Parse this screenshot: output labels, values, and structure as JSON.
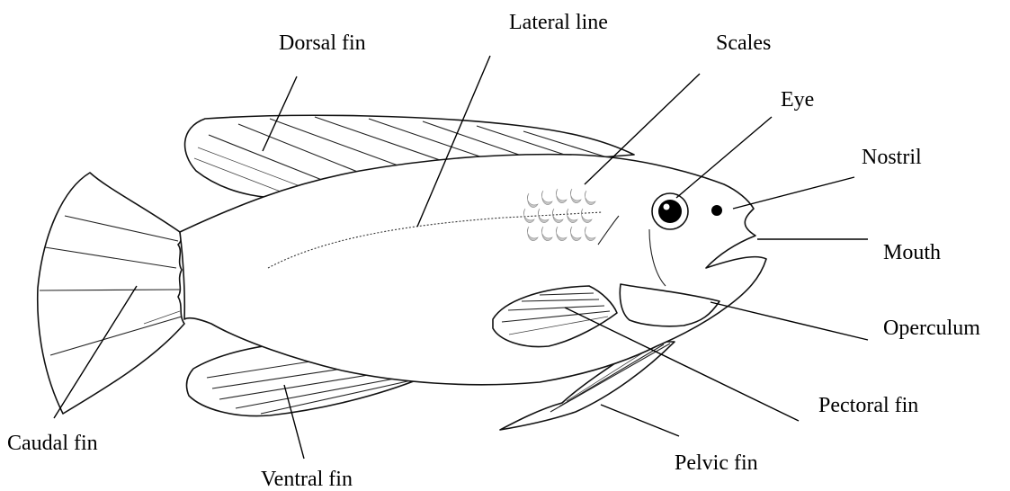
{
  "diagram": {
    "labels": {
      "dorsal_fin": "Dorsal fin",
      "lateral_line": "Lateral line",
      "scales": "Scales",
      "eye": "Eye",
      "nostril": "Nostril",
      "mouth": "Mouth",
      "operculum": "Operculum",
      "pectoral_fin": "Pectoral fin",
      "pelvic_fin": "Pelvic fin",
      "caudal_fin": "Caudal fin",
      "ventral_fin": "Ventral fin"
    }
  }
}
